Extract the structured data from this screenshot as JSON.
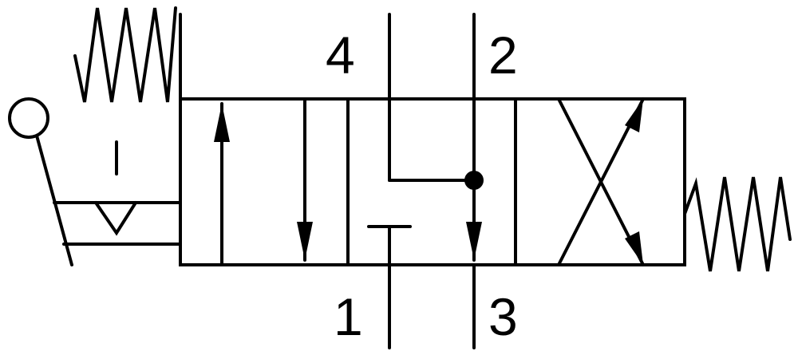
{
  "ports": {
    "p4": "4",
    "p2": "2",
    "p1": "1",
    "p3": "3"
  },
  "colors": {
    "stroke": "#000000",
    "background": "#ffffff"
  },
  "icons": {
    "manual_actuator": "lever-with-ball-icon",
    "detent": "detent-notch-icon",
    "spring": "spring-icon"
  }
}
